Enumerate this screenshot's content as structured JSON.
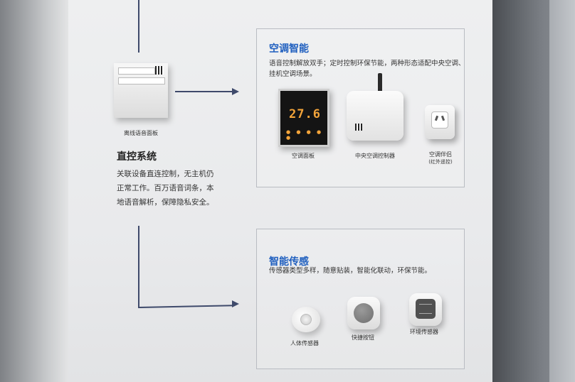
{
  "offline_panel": {
    "caption": "离线语音面板"
  },
  "direct_control": {
    "heading": "直控系统",
    "body_lines": [
      "关联设备直连控制，无主机仍",
      "正常工作。百万语音词条，本",
      "地语音解析，保障隐私安全。"
    ]
  },
  "ac_section": {
    "title": "空调智能",
    "desc_lines": [
      "语音控制解放双手；定时控制环保节能，两种形态适配中央空调、",
      "挂机空调场景。"
    ],
    "devices": [
      {
        "label": "空调面板",
        "display": "27.6"
      },
      {
        "label": "中央空调控制器"
      },
      {
        "label": "空调伴侣",
        "sub": "(红外遥控)"
      }
    ]
  },
  "sensor_section": {
    "title": "智能传感",
    "desc": "传感器类型多样，随意贴装，智能化联动，环保节能。",
    "devices": [
      {
        "label": "人体传感器"
      },
      {
        "label": "快捷按钮"
      },
      {
        "label": "环境传感器"
      }
    ]
  },
  "colors": {
    "accent": "#1f5fbf",
    "connector": "#3f4a6b"
  }
}
